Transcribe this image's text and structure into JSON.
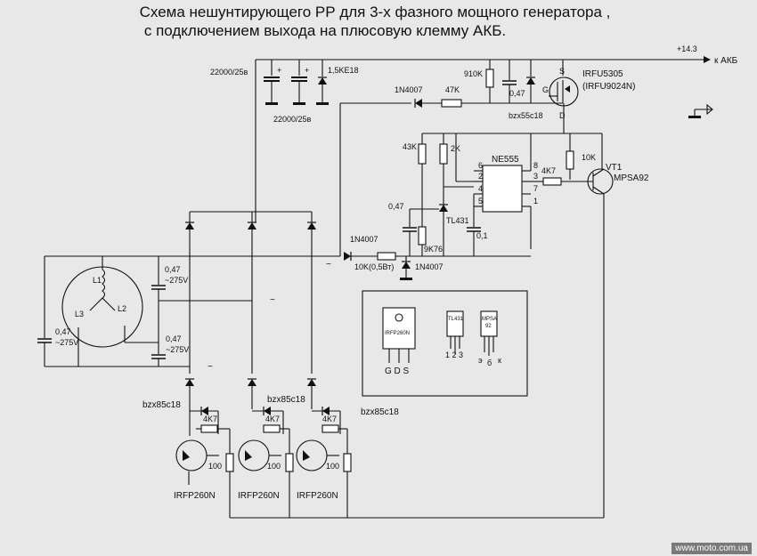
{
  "title": {
    "line1": "Схема нешунтирующего РР для 3-х фазного мощного генератора ,",
    "line2": "с подключением выхода на плюсовую клемму АКБ."
  },
  "labels": {
    "v143": "+14.3",
    "akb": "к АКБ",
    "c_top1": "22000/25в",
    "c_top2": "22000/25в",
    "tvs": "1,5KE18",
    "d_1n4007_top": "1N4007",
    "r47k": "47K",
    "r910k": "910K",
    "c047_top": "0,47",
    "z_55": "bzx55c18",
    "q_main": "IRFU5305",
    "q_alt": "(IRFU9024N)",
    "pin_s": "S",
    "pin_g": "G",
    "pin_d": "D",
    "r43k": "43K",
    "r2k": "2K",
    "ne555": "NE555",
    "r4k7_mid": "4K7",
    "r10k_mid": "10K",
    "vt1": "VT1",
    "mpsa92": "MPSA92",
    "c047_mid": "0,47",
    "tl431": "TL431",
    "r9k76": "9K76",
    "c01": "0,1",
    "d_1n4007_mid": "1N4007",
    "r10k_05": "10K(0,5Вт)",
    "d_1n4007_low": "1N4007",
    "l1": "L1",
    "l2": "L2",
    "l3": "L3",
    "c_ac1": "0,47",
    "c_ac1v": "~275V",
    "c_ac2": "0,47",
    "c_ac2v": "~275V",
    "c_ac3": "0,47",
    "c_ac3v": "~275V",
    "tilde": "~",
    "z85a": "bzx85c18",
    "z85b": "bzx85c18",
    "z85c": "bzx85c18",
    "r4k7": "4K7",
    "r100": "100",
    "irfp": "IRFP260N",
    "pin1": "1",
    "pin2": "2",
    "pin3": "3",
    "pin4": "4",
    "pin5": "5",
    "pin6": "6",
    "pin7": "7",
    "pin8": "8",
    "pk_irfp": "IRFP260N",
    "pk_gds": "G D S",
    "pk_tl431": "TL431",
    "pk_123": "1 2 3",
    "pk_mpsa": "MPSA",
    "pk_92": "92",
    "pk_e": "э",
    "pk_b": "б",
    "pk_k": "к"
  },
  "footer": "www.moto.com.ua"
}
